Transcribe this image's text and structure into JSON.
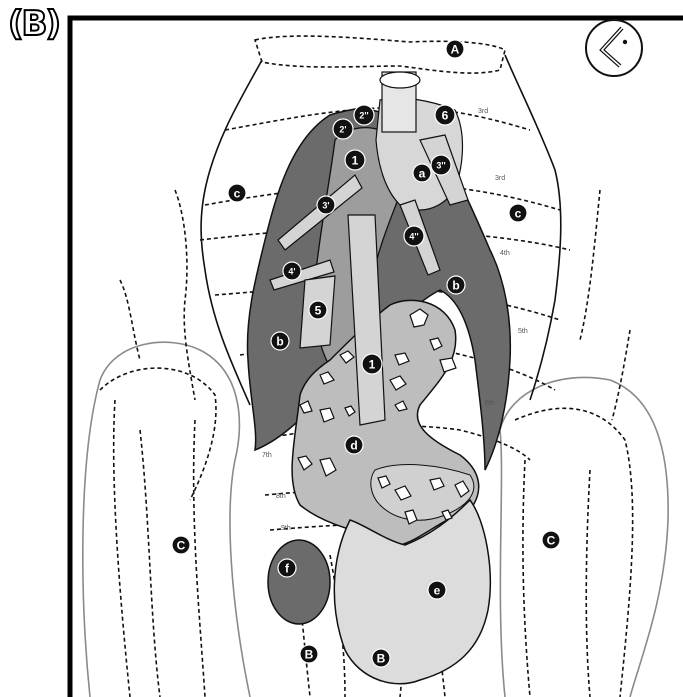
{
  "panel_label": "(B)",
  "orientation_icon": "arrow-orientation-icon",
  "colors": {
    "dark": "#6b6b6b",
    "medium": "#9d9d9d",
    "light": "#cfcfcf",
    "lighter": "#dadada",
    "spot": "#ffffff",
    "outline": "#111111"
  },
  "markers": [
    {
      "name": "marker-A",
      "text": "A"
    },
    {
      "name": "marker-6",
      "text": "6"
    },
    {
      "name": "marker-2-prime-prime",
      "text": "2''"
    },
    {
      "name": "marker-2-prime",
      "text": "2'"
    },
    {
      "name": "marker-1-upper",
      "text": "1"
    },
    {
      "name": "marker-a",
      "text": "a"
    },
    {
      "name": "marker-3-prime-prime",
      "text": "3''"
    },
    {
      "name": "marker-c-left",
      "text": "c"
    },
    {
      "name": "marker-c-right",
      "text": "c"
    },
    {
      "name": "marker-3-prime",
      "text": "3'"
    },
    {
      "name": "marker-4-prime-prime",
      "text": "4''"
    },
    {
      "name": "marker-4-prime",
      "text": "4'"
    },
    {
      "name": "marker-b-right",
      "text": "b"
    },
    {
      "name": "marker-5",
      "text": "5"
    },
    {
      "name": "marker-b-left",
      "text": "b"
    },
    {
      "name": "marker-1-lower",
      "text": "1"
    },
    {
      "name": "marker-d",
      "text": "d"
    },
    {
      "name": "marker-C-left",
      "text": "C"
    },
    {
      "name": "marker-C-right",
      "text": "C"
    },
    {
      "name": "marker-f",
      "text": "f"
    },
    {
      "name": "marker-e",
      "text": "e"
    },
    {
      "name": "marker-B-left",
      "text": "B"
    },
    {
      "name": "marker-B-right",
      "text": "B"
    }
  ],
  "rib_labels": [
    {
      "name": "rib-label-3rd-left",
      "text": "3rd"
    },
    {
      "name": "rib-label-3rd-right",
      "text": "3rd"
    },
    {
      "name": "rib-label-4th",
      "text": "4th"
    },
    {
      "name": "rib-label-5th",
      "text": "5th"
    },
    {
      "name": "rib-label-6th",
      "text": "6th"
    },
    {
      "name": "rib-label-7th",
      "text": "7th"
    },
    {
      "name": "rib-label-8th",
      "text": "8th"
    },
    {
      "name": "rib-label-9th",
      "text": "9th"
    }
  ]
}
